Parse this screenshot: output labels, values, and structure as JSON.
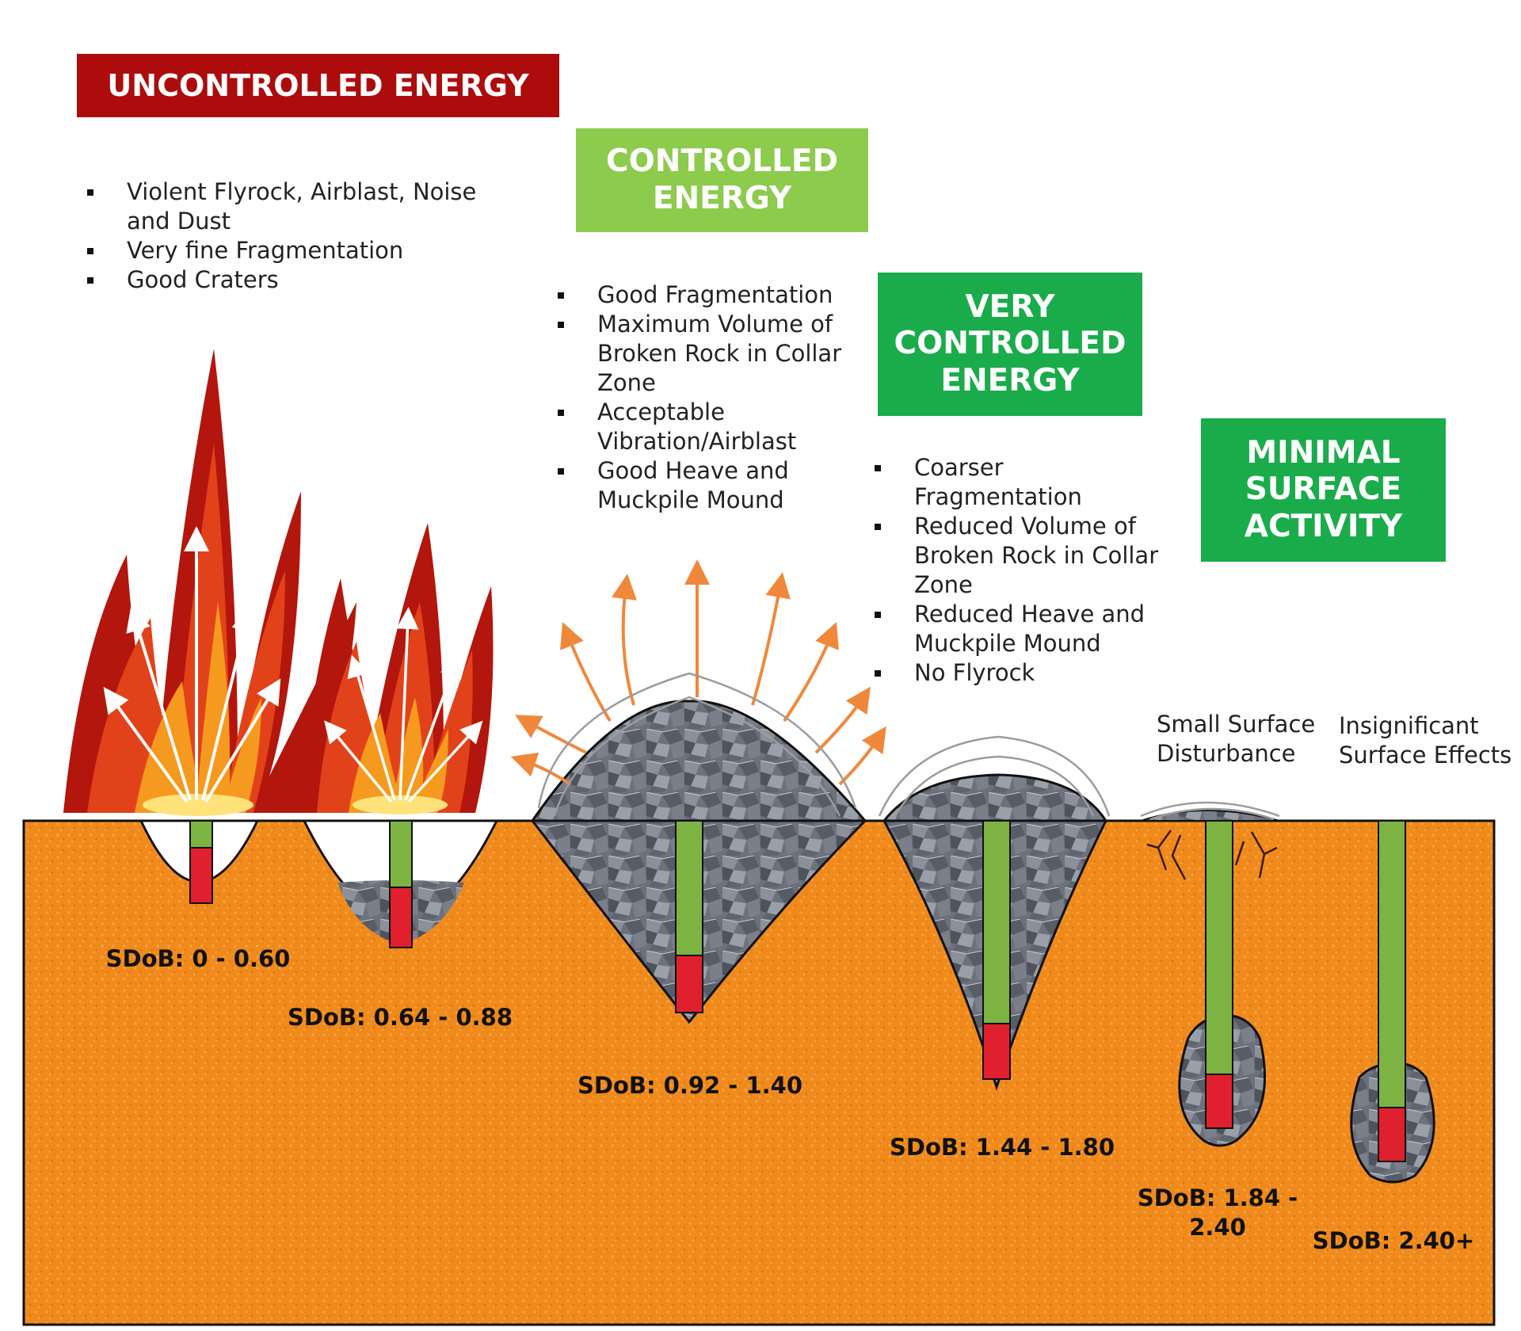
{
  "headings": {
    "uncontrolled": "UNCONTROLLED ENERGY",
    "controlled": [
      "CONTROLLED",
      "ENERGY"
    ],
    "very_controlled": [
      "VERY",
      "CONTROLLED",
      "ENERGY"
    ],
    "minimal": [
      "MINIMAL",
      "SURFACE",
      "ACTIVITY"
    ]
  },
  "bullets": {
    "uncontrolled": [
      "Violent Flyrock, Airblast, Noise and Dust",
      "Very fine Fragmentation",
      "Good Craters"
    ],
    "controlled": [
      "Good Fragmentation",
      "Maximum Volume of Broken Rock in Collar Zone",
      "Acceptable Vibration/Airblast",
      "Good Heave and Muckpile Mound"
    ],
    "very_controlled": [
      "Coarser Fragmentation",
      "Reduced Volume of Broken Rock in Collar Zone",
      "Reduced Heave and Muckpile Mound",
      "No Flyrock"
    ]
  },
  "captions": {
    "small_surface": "Small Surface Disturbance",
    "insignificant": "Insignificant Surface Effects"
  },
  "sdob_labels": [
    "SDoB: 0 - 0.60",
    "SDoB: 0.64 - 0.88",
    "SDoB: 0.92 - 1.40",
    "SDoB: 1.44 - 1.80",
    "SDoB: 1.84 - 2.40",
    "SDoB: 2.40+"
  ],
  "colors": {
    "ground": "#f08a1c",
    "red_banner": "#ac0d0c",
    "lime_banner": "#8dcb4c",
    "green_banner": "#1aac4b",
    "stemming": "#7cb342",
    "explosive": "#e0202e",
    "rock": "#6f7480",
    "flame_dark": "#b3160c",
    "flame_mid": "#e2421a",
    "flame_light": "#f59a1e",
    "arrow_orange": "#f0883c"
  }
}
